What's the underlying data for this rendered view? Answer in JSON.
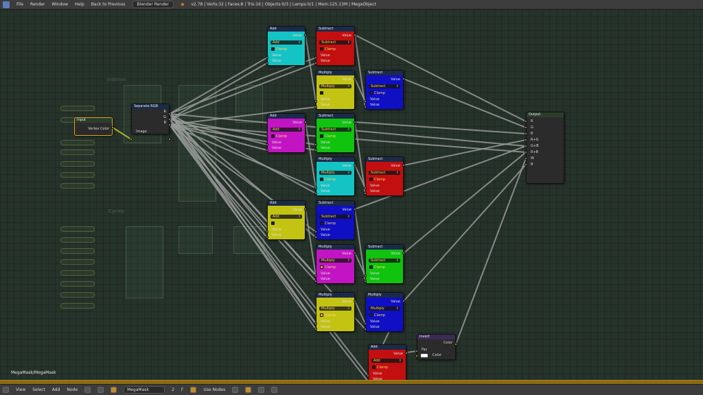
{
  "topbar": {
    "menus": [
      "File",
      "Render",
      "Window",
      "Help"
    ],
    "back": "Back to Previous",
    "engine": "Blender Render",
    "stats": "v2.78 | Verts:32 | Faces:8 | Tris:16 | Objects:0/3 | Lamps:0/1 | Mem:125.13M | MegaObject"
  },
  "bg_labels": {
    "internal": "Internal",
    "cycles": "Cycles"
  },
  "node_editor": {
    "path": "MegaMask/MegaMask"
  },
  "bottombar": {
    "menus": [
      "View",
      "Select",
      "Add",
      "Node"
    ],
    "group_name": "MegaMask",
    "users": "2",
    "fake_user": "F",
    "use_nodes": "Use Nodes"
  },
  "colors": {
    "cyan": "#14c3c3",
    "red": "#c30f0f",
    "yellow": "#c3c314",
    "blue": "#0f0fc3",
    "magenta": "#c314c3",
    "green": "#0fc30f",
    "dark": "#2a2a2a",
    "wire": "#9a9a9a"
  },
  "nodes": {
    "input": {
      "title": "Input",
      "out": "Vertex Color"
    },
    "sep": {
      "title": "Separate RGB",
      "outs": [
        "R",
        "G",
        "B"
      ],
      "in": "Image"
    },
    "n1": {
      "title": "Add",
      "out": "Value",
      "op": "Add",
      "clamp": "Clamp",
      "ins": [
        "Value",
        "Value"
      ]
    },
    "n2": {
      "title": "Subtract",
      "out": "Value",
      "op": "Subtract",
      "clamp": "Clamp",
      "ins": [
        "Value",
        "Value"
      ]
    },
    "n3": {
      "title": "Multiply",
      "out": "Value",
      "op": "Multiply",
      "clamp": "",
      "ins": [
        "Value",
        "Value"
      ]
    },
    "n4": {
      "title": "Subtract",
      "out": "Value",
      "op": "Subtract",
      "clamp": "Clamp",
      "ins": [
        "Value",
        "Value"
      ]
    },
    "n5": {
      "title": "Add",
      "out": "Value",
      "op": "Add",
      "clamp": "Clamp",
      "ins": [
        "Value",
        "Value"
      ]
    },
    "n6": {
      "title": "Subtract",
      "out": "Value",
      "op": "Subtract",
      "clamp": "Clamp",
      "ins": [
        "Value",
        "Value"
      ]
    },
    "n7": {
      "title": "Multiply",
      "out": "Value",
      "op": "Multiply",
      "clamp": "Clamp",
      "ins": [
        "Value",
        "Value"
      ]
    },
    "n8": {
      "title": "Subtract",
      "out": "Value",
      "op": "Subtract",
      "clamp": "Clamp",
      "ins": [
        "Value",
        "Value"
      ]
    },
    "n9": {
      "title": "Add",
      "out": "Value",
      "op": "Add",
      "clamp": "",
      "ins": [
        "Value",
        "Value"
      ]
    },
    "n10": {
      "title": "Subtract",
      "out": "Value",
      "op": "Subtract",
      "clamp": "Clamp",
      "ins": [
        "Value",
        "Value"
      ]
    },
    "n11": {
      "title": "Multiply",
      "out": "Value",
      "op": "Multiply",
      "clamp": "Clamp",
      "ins": [
        "Value",
        "Value"
      ]
    },
    "n12": {
      "title": "Subtract",
      "out": "Value",
      "op": "Subtract",
      "clamp": "Clamp",
      "ins": [
        "Value",
        "Value"
      ]
    },
    "n13": {
      "title": "Multiply",
      "out": "Value",
      "op": "Multiply",
      "clamp": "Clamp",
      "ins": [
        "Value",
        "Value"
      ]
    },
    "n14": {
      "title": "Multiply",
      "out": "Value",
      "op": "Multiply",
      "clamp": "Clamp",
      "ins": [
        "Value",
        "Value"
      ]
    },
    "n15": {
      "title": "Add",
      "out": "Value",
      "op": "Add",
      "clamp": "Clamp",
      "ins": [
        "Value",
        "Value"
      ]
    },
    "invert": {
      "title": "Invert",
      "out": "Color",
      "fac": "Fac",
      "color": "Color"
    },
    "output": {
      "title": "Output",
      "ins": [
        "R",
        "G",
        "B",
        "R+G",
        "G+B",
        "R+B",
        "W",
        "B"
      ]
    }
  }
}
